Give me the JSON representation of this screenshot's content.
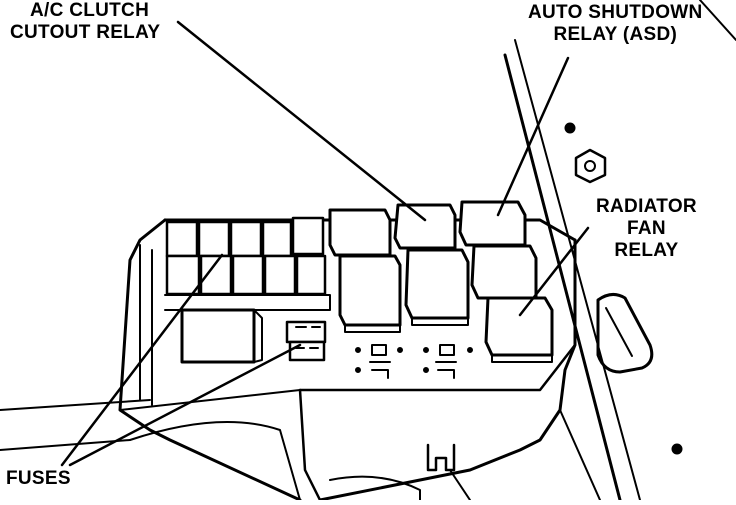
{
  "colors": {
    "ink": "#000000",
    "paper": "#ffffff",
    "component_fill": "#d6d6d6"
  },
  "labels": {
    "ac_clutch_cutout_relay": {
      "line1": "A/C CLUTCH",
      "line2": "CUTOUT RELAY"
    },
    "auto_shutdown_relay": {
      "line1": "AUTO SHUTDOWN",
      "line2": "RELAY (ASD)"
    },
    "radiator_fan_relay": {
      "line1": "RADIATOR",
      "line2": "FAN",
      "line3": "RELAY"
    },
    "fuses": "FUSES"
  }
}
